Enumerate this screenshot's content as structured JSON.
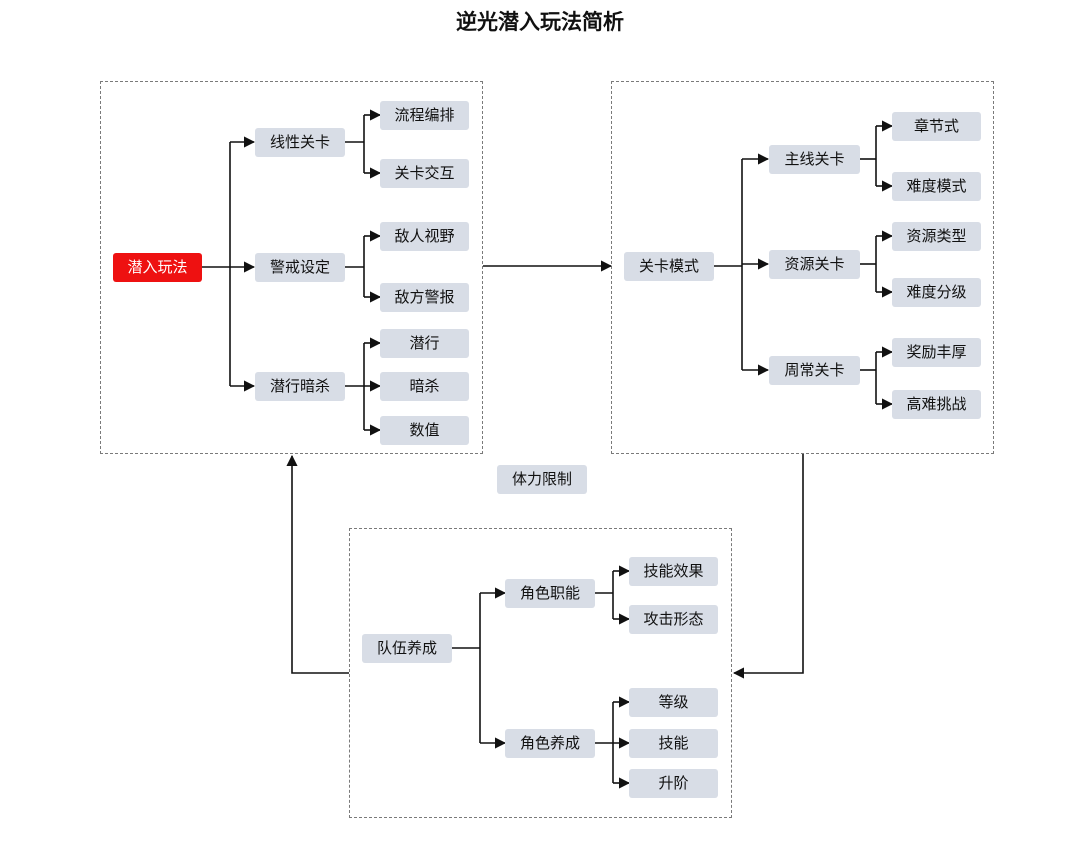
{
  "title": "逆光潜入玩法简析",
  "colors": {
    "root": "#ee1111",
    "node": "#d8dde6",
    "line": "#111111"
  },
  "left_group": {
    "root": "潜入玩法",
    "branches": [
      {
        "label": "线性关卡",
        "children": [
          "流程编排",
          "关卡交互"
        ]
      },
      {
        "label": "警戒设定",
        "children": [
          "敌人视野",
          "敌方警报"
        ]
      },
      {
        "label": "潜行暗杀",
        "children": [
          "潜行",
          "暗杀",
          "数值"
        ]
      }
    ]
  },
  "right_group": {
    "root": "关卡模式",
    "branches": [
      {
        "label": "主线关卡",
        "children": [
          "章节式",
          "难度模式"
        ]
      },
      {
        "label": "资源关卡",
        "children": [
          "资源类型",
          "难度分级"
        ]
      },
      {
        "label": "周常关卡",
        "children": [
          "奖励丰厚",
          "高难挑战"
        ]
      }
    ]
  },
  "bottom_group": {
    "root": "队伍养成",
    "branches": [
      {
        "label": "角色职能",
        "children": [
          "技能效果",
          "攻击形态"
        ]
      },
      {
        "label": "角色养成",
        "children": [
          "等级",
          "技能",
          "升阶"
        ]
      }
    ]
  },
  "link_label": "体力限制"
}
